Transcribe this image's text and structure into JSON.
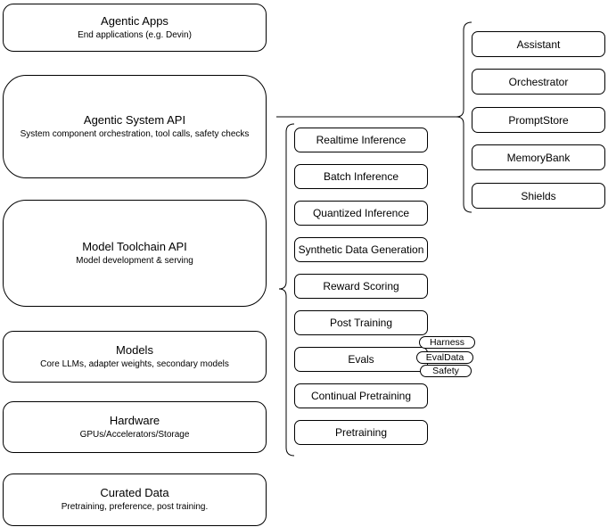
{
  "diagram": {
    "background": "#ffffff",
    "stroke_color": "#000000",
    "text_color": "#000000",
    "left_stack": [
      {
        "title": "Agentic Apps",
        "subtitle": "End applications (e.g. Devin)"
      },
      {
        "title": "Agentic System API",
        "subtitle": "System component orchestration, tool calls, safety checks"
      },
      {
        "title": "Model Toolchain API",
        "subtitle": "Model development & serving"
      },
      {
        "title": "Models",
        "subtitle": "Core LLMs, adapter weights, secondary models"
      },
      {
        "title": "Hardware",
        "subtitle": "GPUs/Accelerators/Storage"
      },
      {
        "title": "Curated Data",
        "subtitle": "Pretraining, preference, post training."
      }
    ],
    "toolchain_items": [
      "Realtime Inference",
      "Batch Inference",
      "Quantized Inference",
      "Synthetic Data Generation",
      "Reward Scoring",
      "Post Training",
      "Evals",
      "Continual Pretraining",
      "Pretraining"
    ],
    "eval_tags": [
      "Harness",
      "EvalData",
      "Safety"
    ],
    "system_items": [
      "Assistant",
      "Orchestrator",
      "PromptStore",
      "MemoryBank",
      "Shields"
    ]
  }
}
